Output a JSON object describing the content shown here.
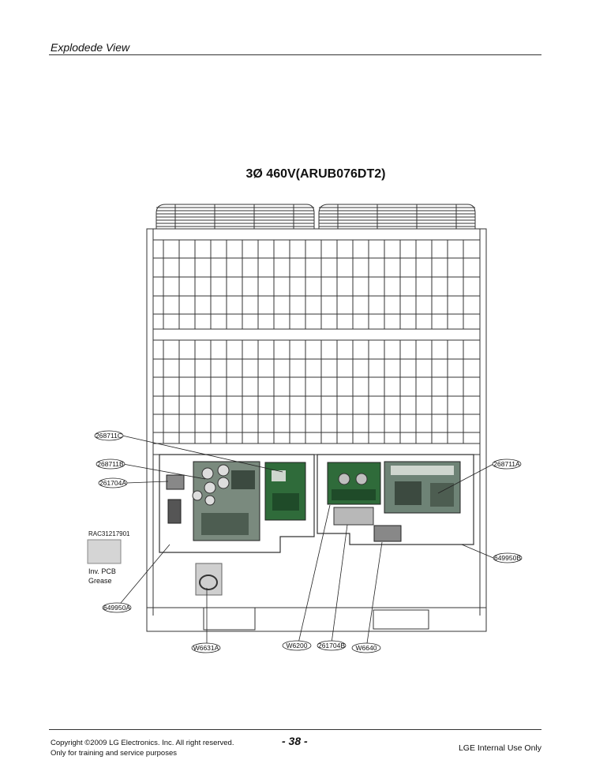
{
  "header": {
    "section_title": "Explodede View"
  },
  "diagram": {
    "title": "3Ø 460V(ARUB076DT2)",
    "part_labels": [
      "268711C",
      "268711B",
      "261704A",
      "268711A",
      "649950B",
      "649950A",
      "W6631A",
      "W6200",
      "261704B",
      "W6640"
    ],
    "accessory": {
      "part_code": "RAC31217901",
      "name_line1": "Inv. PCB",
      "name_line2": "Grease"
    }
  },
  "footer": {
    "copyright": "Copyright ©2009 LG Electronics. Inc. All right reserved.",
    "training": "Only for training and service purposes",
    "page_number": "- 38 -",
    "internal": "LGE Internal Use Only"
  }
}
